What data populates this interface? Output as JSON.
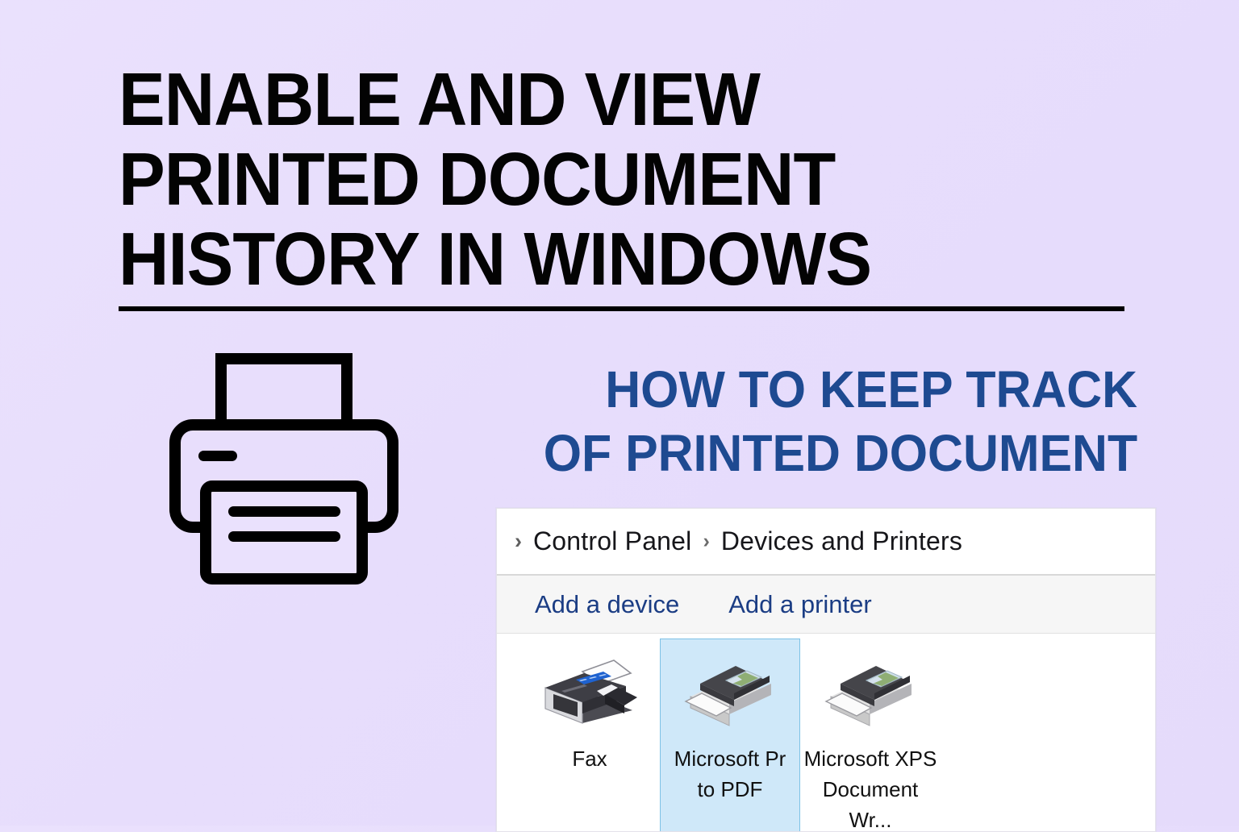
{
  "theme": {
    "background_start": "#eae1fd",
    "background_end": "#e5dbfb",
    "title_color": "#030303",
    "subtitle_color": "#1e4a91",
    "rule_color": "#000000",
    "panel_background": "#ffffff",
    "toolbar_background": "#f6f6f6",
    "toolbar_link_color": "#1b3d84",
    "selection_fill": "#cfe8f9",
    "selection_border": "#7ec2e6"
  },
  "title": {
    "lines": [
      "ENABLE AND VIEW",
      "PRINTED DOCUMENT",
      "HISTORY IN WINDOWS"
    ]
  },
  "subtitle": {
    "lines": [
      "HOW TO KEEP TRACK",
      "OF PRINTED DOCUMENT"
    ]
  },
  "printer_icon": {
    "name": "printer-icon"
  },
  "panel": {
    "breadcrumb": {
      "leading_chevron": "›",
      "separator": "›",
      "items": [
        "Control Panel",
        "Devices and Printers"
      ]
    },
    "toolbar": {
      "links": [
        "Add a device",
        "Add a printer"
      ]
    },
    "devices": [
      {
        "label_lines": [
          "Fax"
        ],
        "icon": "fax-printer-icon",
        "selected": false
      },
      {
        "label_lines": [
          "Microsoft Pr",
          "to PDF"
        ],
        "icon": "pdf-printer-icon",
        "selected": true
      },
      {
        "label_lines": [
          "Microsoft XPS",
          "Document Wr..."
        ],
        "icon": "xps-printer-icon",
        "selected": false
      }
    ]
  }
}
